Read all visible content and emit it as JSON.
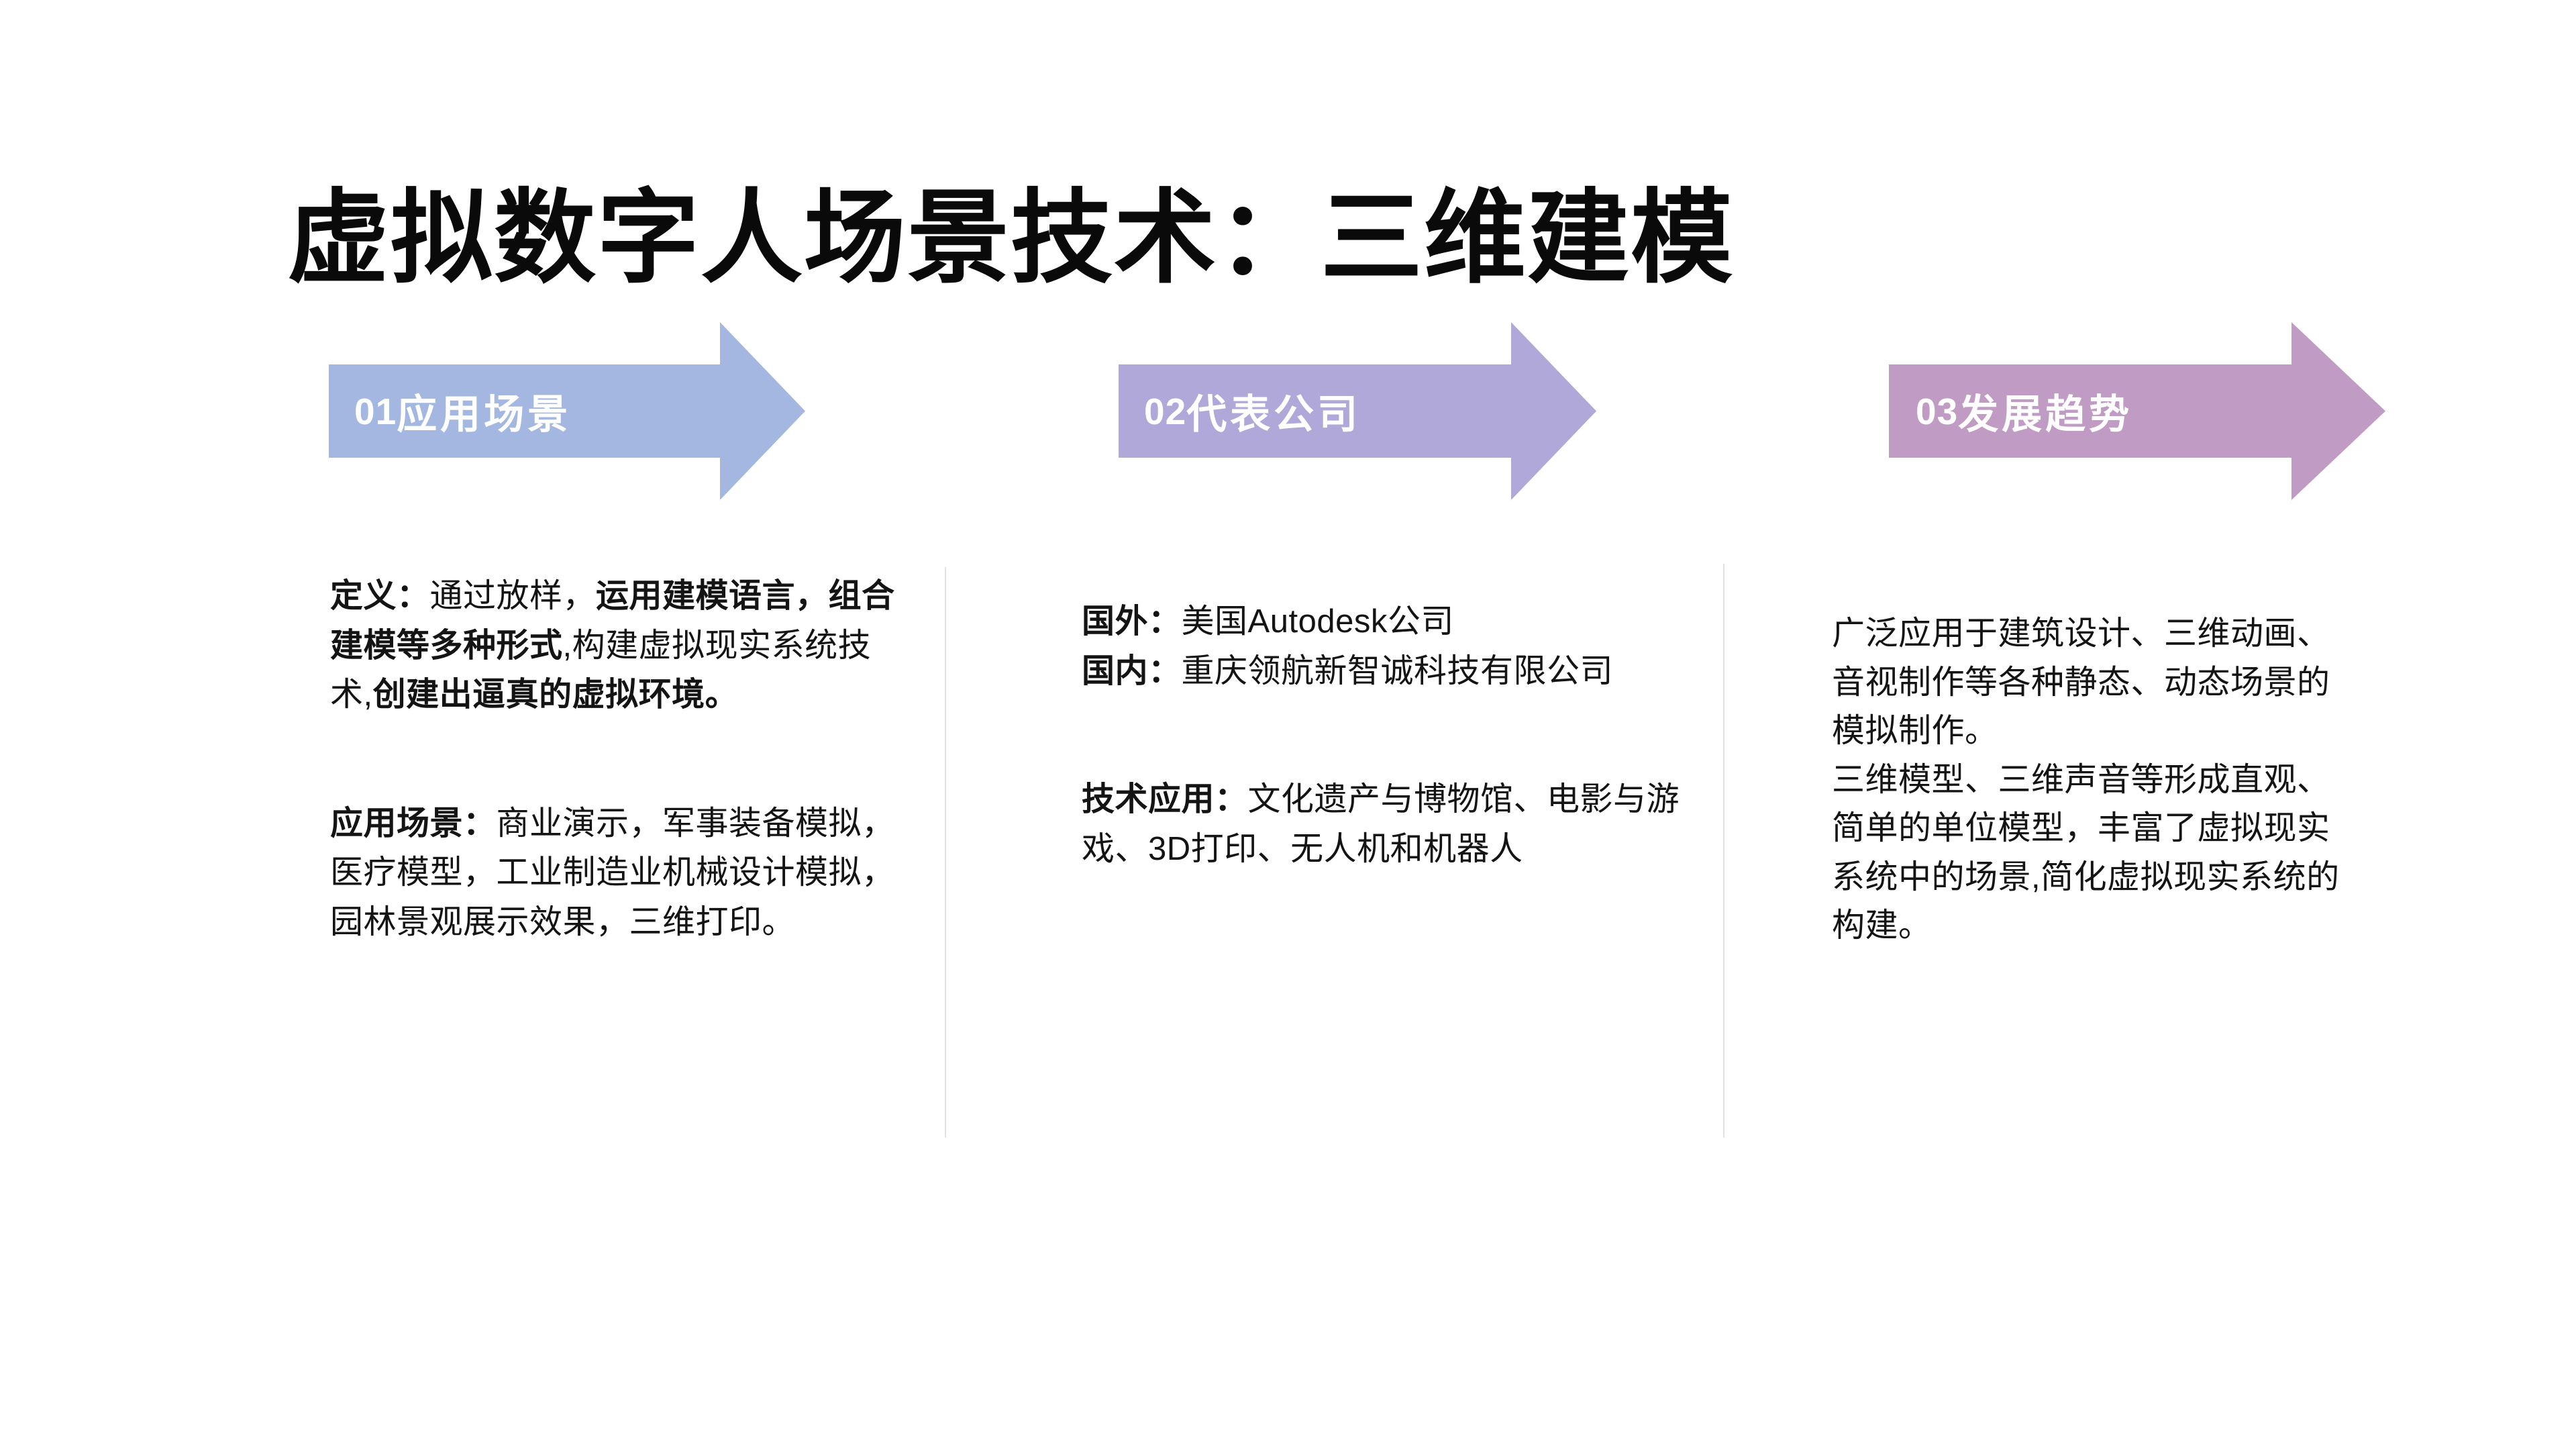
{
  "slide": {
    "title": "虚拟数字人场景技术：三维建模",
    "background_color": "#ffffff"
  },
  "arrows": [
    {
      "number": "01",
      "label": "应用场景",
      "color": "#a3b7e0",
      "name": "arrow-banner-application-scenarios"
    },
    {
      "number": "02",
      "label": "代表公司",
      "color": "#b0a8d8",
      "name": "arrow-banner-representative-companies"
    },
    {
      "number": "03",
      "label": "发展趋势",
      "color": "#c09bc4",
      "name": "arrow-banner-development-trends"
    }
  ],
  "columns": {
    "column1": {
      "para1": {
        "lead": "定义：",
        "part_regular_1": "通过放样，",
        "part_bold_1": "运用建模语言，组合建模等多种形式",
        "part_regular_2": ",构建虚拟现实系统技术,",
        "part_bold_2": "创建出逼真的虚拟环境。"
      },
      "para2": {
        "lead": "应用场景：",
        "body": "商业演示，军事装备模拟，医疗模型，工业制造业机械设计模拟，园林景观展示效果，三维打印。"
      }
    },
    "column2": {
      "line1": {
        "lead": "国外：",
        "body": "美国Autodesk公司"
      },
      "line2": {
        "lead": "国内：",
        "body": "重庆领航新智诚科技有限公司"
      },
      "para2": {
        "lead": "技术应用：",
        "body": "文化遗产与博物馆、电影与游戏、3D打印、无人机和机器人"
      }
    },
    "column3": {
      "para1": "广泛应用于建筑设计、三维动画、音视制作等各种静态、动态场景的模拟制作。",
      "para2": "三维模型、三维声音等形成直观、简单的单位模型，丰富了虚拟现实系统中的场景,简化虚拟现实系统的构建。"
    }
  }
}
